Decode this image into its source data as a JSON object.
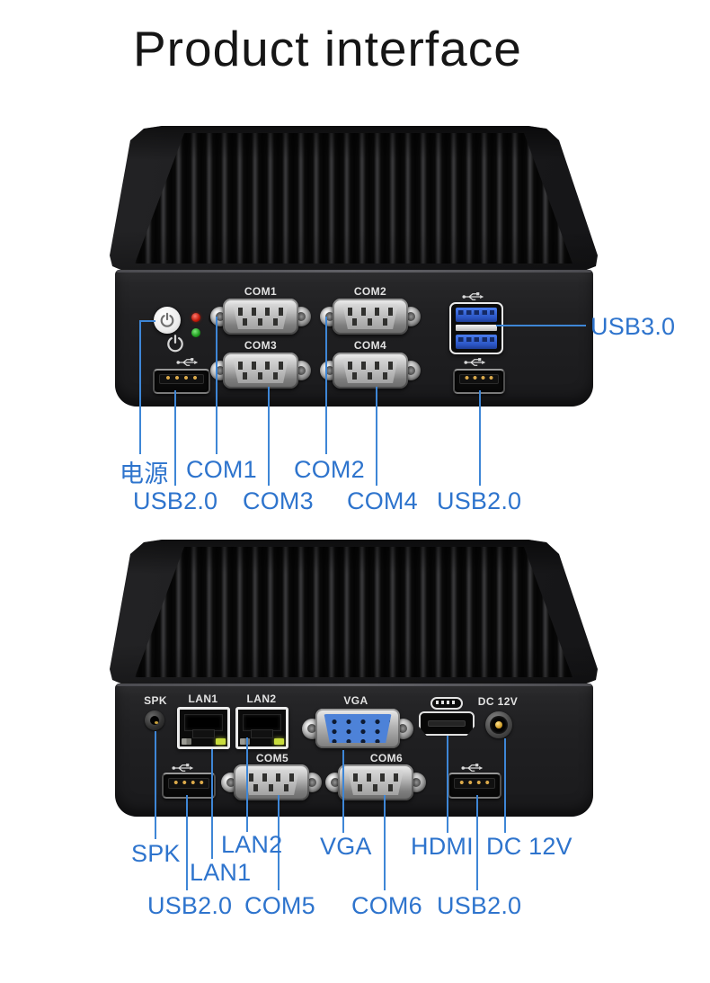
{
  "title": "Product interface",
  "colors": {
    "callout_text": "#2e74cd",
    "callout_line": "#3e86d6",
    "usb3_blue": "#2b55c4",
    "vga_blue": "#4d82d8",
    "chassis_black": "#1a1a1c"
  },
  "icons": {
    "power": "power-icon",
    "usb": "usb-icon",
    "hdmi": "hdmi-plug-icon"
  },
  "front_view": {
    "panel_labels": {
      "com1": "COM1",
      "com2": "COM2",
      "com3": "COM3",
      "com4": "COM4"
    },
    "callouts": {
      "power": "电源",
      "com1": "COM1",
      "com2": "COM2",
      "usb2_left": "USB2.0",
      "com3": "COM3",
      "com4": "COM4",
      "usb2_right": "USB2.0",
      "usb3": "USB3.0"
    }
  },
  "rear_view": {
    "panel_labels": {
      "spk": "SPK",
      "lan1": "LAN1",
      "lan2": "LAN2",
      "vga": "VGA",
      "dc": "DC 12V",
      "com5": "COM5",
      "com6": "COM6"
    },
    "callouts": {
      "spk": "SPK",
      "lan1": "LAN1",
      "lan2": "LAN2",
      "vga": "VGA",
      "hdmi": "HDMI",
      "dc": "DC 12V",
      "usb2_left": "USB2.0",
      "com5": "COM5",
      "com6": "COM6",
      "usb2_right": "USB2.0"
    }
  }
}
